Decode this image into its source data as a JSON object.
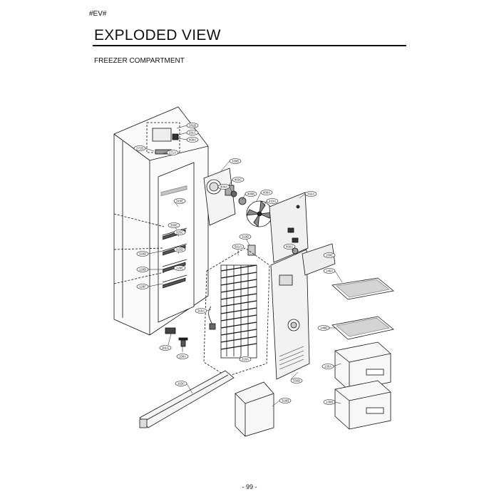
{
  "header": {
    "corner_tag": "#EV#",
    "title": "EXPLODED VIEW",
    "subtitle": "FREEZER COMPARTMENT"
  },
  "footer": {
    "page_number": "- 99 -"
  },
  "part_labels": [
    "281B",
    "281C",
    "406A",
    "271B",
    "271A",
    "330B",
    "405C",
    "404A",
    "400B",
    "409A",
    "410A",
    "332A",
    "315E",
    "300E",
    "325C",
    "328D",
    "325D",
    "128D",
    "128E",
    "319B",
    "501A",
    "400A",
    "158C",
    "128F",
    "145A",
    "315A",
    "148B",
    "318A",
    "281G",
    "106A",
    "330D",
    "135A",
    "163C",
    "316B",
    "135B"
  ]
}
